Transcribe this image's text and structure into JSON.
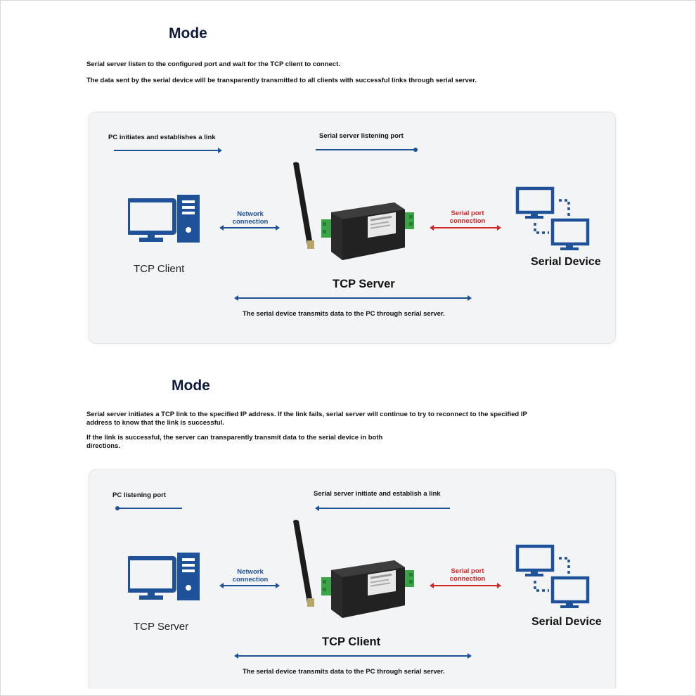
{
  "sections": [
    {
      "title": "Mode",
      "description": [
        "Serial server listen to the configured port and wait for the TCP client to connect.",
        "The data sent by the serial device will be transparently transmitted to all clients with successful links through serial server."
      ],
      "diagram": {
        "top_left_label": "PC initiates and establishes a link",
        "top_right_label": "Serial server listening port",
        "network_connection_label": "Network connection",
        "serial_connection_label": "Serial port connection",
        "left_node_label": "TCP Client",
        "center_node_label": "TCP Server",
        "right_node_label": "Serial Device",
        "bottom_caption": "The serial device transmits data to the PC through serial server."
      }
    },
    {
      "title": "Mode",
      "description": [
        "Serial server initiates a TCP link to the specified IP address. If the link fails, serial server will continue to try to reconnect to the specified IP address to know that the link is successful.",
        "If the link is successful, the server can transparently transmit data to the serial device in both directions."
      ],
      "diagram": {
        "top_left_label": "PC listening port",
        "top_right_label": "Serial server initiate and establish a link",
        "network_connection_label": "Network connection",
        "serial_connection_label": "Serial port connection",
        "left_node_label": "TCP Server",
        "center_node_label": "TCP Client",
        "right_node_label": "Serial Device",
        "bottom_caption": "The serial device transmits data to the PC through serial server."
      }
    }
  ],
  "colors": {
    "accent_blue": "#1f5199",
    "serial_red": "#d32626",
    "title_navy": "#0f1b3d"
  },
  "icons": [
    "pc-monitor-tower-icon",
    "serial-server-device-icon",
    "antenna-icon",
    "dual-monitor-icon"
  ]
}
